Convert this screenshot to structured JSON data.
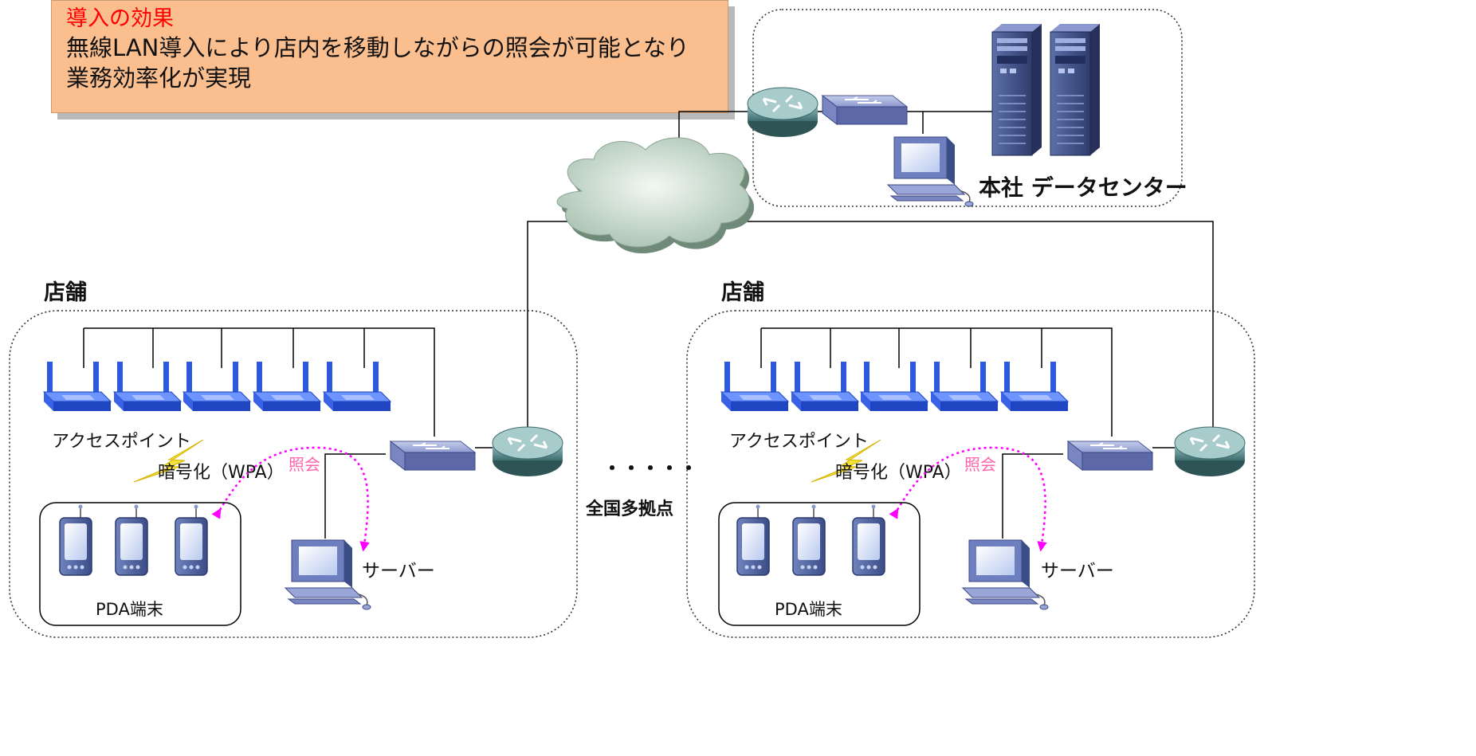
{
  "callout": {
    "title": "導入の効果",
    "body": "無線LAN導入により店内を移動しながらの照会が可能となり業務効率化が実現"
  },
  "hq": {
    "label": "本社 データセンター"
  },
  "stores": [
    {
      "title": "店舗",
      "ap_label": "アクセスポイント",
      "encryption_label": "暗号化（WPA）",
      "query_label": "照会",
      "pda_label": "PDA端末",
      "server_label": "サーバー"
    },
    {
      "title": "店舗",
      "ap_label": "アクセスポイント",
      "encryption_label": "暗号化（WPA）",
      "query_label": "照会",
      "pda_label": "PDA端末",
      "server_label": "サーバー"
    }
  ],
  "middle": {
    "dots": "・・・・・",
    "caption": "全国多拠点"
  },
  "colors": {
    "callout_bg": "#fbbf8f",
    "callout_title": "#ff0000",
    "query_text": "#ff66aa",
    "query_arrow": "#ff00ff",
    "access_point": "#3b5fe0",
    "cloud": "#c9dbcf",
    "router": "#4f7f80",
    "switch": "#6f7cb8",
    "server": "#3d4f86"
  },
  "icons": [
    "cloud-icon",
    "router-icon",
    "switch-icon",
    "server-tower-icon",
    "desktop-pc-icon",
    "access-point-icon",
    "pda-icon",
    "lightning-icon"
  ]
}
